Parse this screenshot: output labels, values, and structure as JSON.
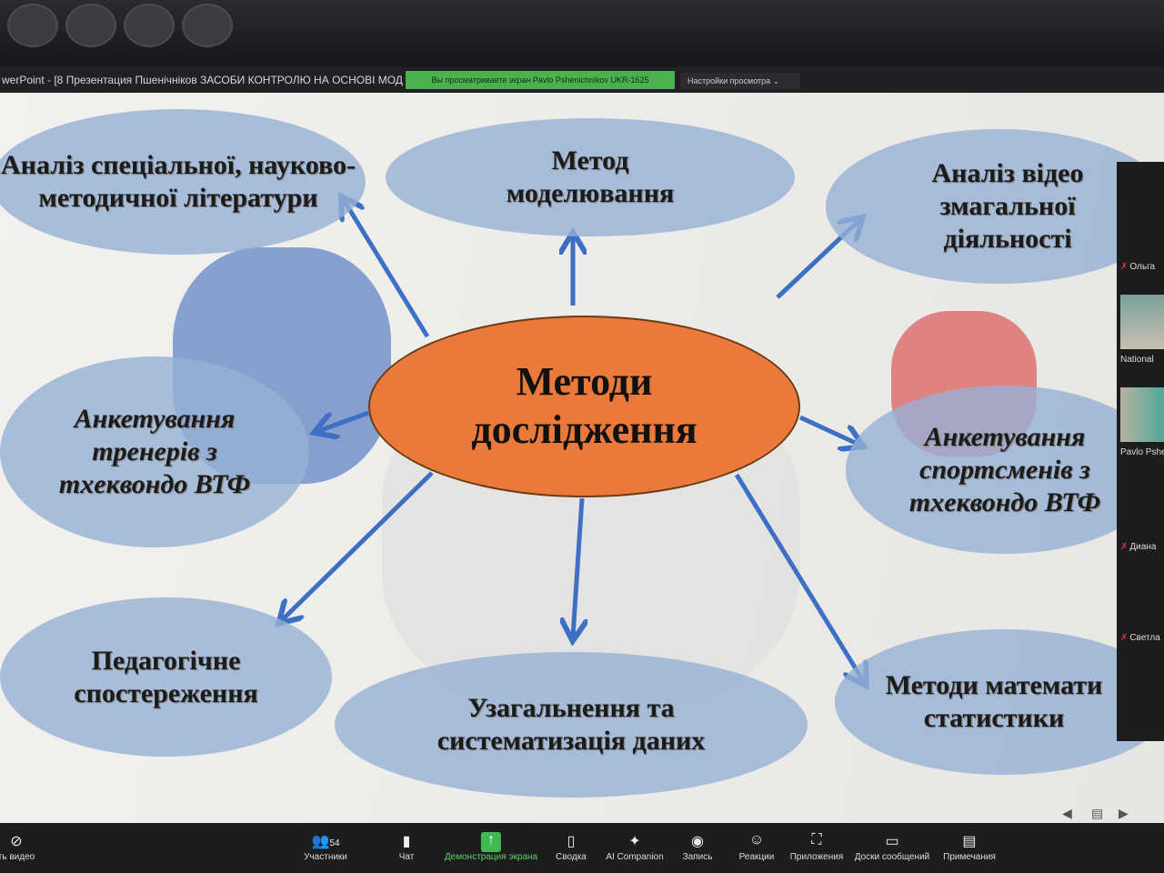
{
  "window": {
    "title": "werPoint - [8 Презентация Пшенічніков ЗАСОБИ КОНТРОЛЮ НА ОСНОВІ МОД",
    "share_banner": "Вы просматриваете экран Pavlo Pshenichnikov UKR-1625",
    "view_settings": "Настройки просмотра"
  },
  "slide": {
    "center": "Методи дослідження",
    "ovals": [
      "Аналіз спеціальної, науково-методичної літератури",
      "Метод моделювання",
      "Аналіз відео змагальної діяльності",
      "Анкетування тренерів з тхеквондо ВТФ",
      "Анкетування спортсменів з тхеквондо ВТФ",
      "Педагогічне спостереження",
      "Узагальнення та систематизація даних",
      "Методи математи статистики"
    ],
    "colors": {
      "oval": "#96b0d4",
      "center": "#e97a3c",
      "arrow": "#3d6fc4"
    }
  },
  "participants": [
    "Ольга",
    "National",
    "Pavlo Pshe",
    "Диана",
    "Светла"
  ],
  "toolbar": {
    "video": "ть видео",
    "participants": "Участники",
    "participants_count": "54",
    "chat": "Чат",
    "share": "Демонстрация экрана",
    "summary": "Сводка",
    "ai": "AI Companion",
    "record": "Запись",
    "reactions": "Реакции",
    "apps": "Приложения",
    "boards": "Доски сообщений",
    "notes": "Примечания"
  }
}
